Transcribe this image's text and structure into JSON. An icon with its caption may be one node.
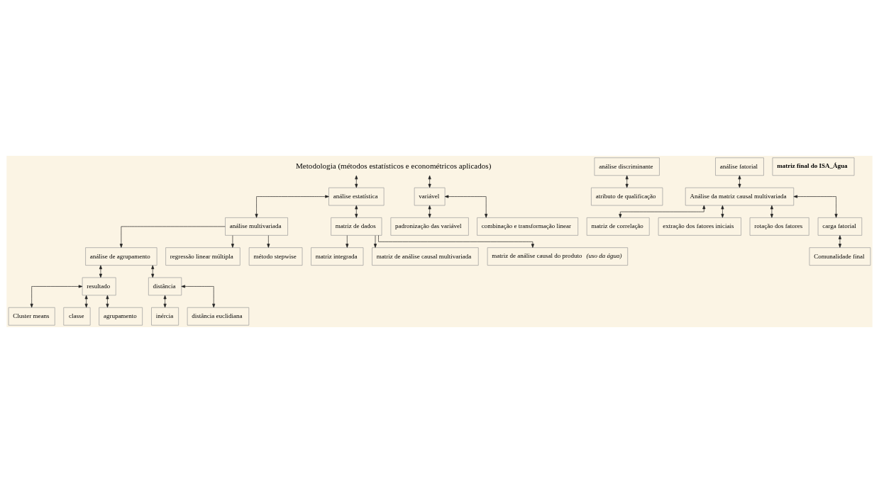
{
  "diagram": {
    "nodes": [
      {
        "text": [
          "Metodologia (métodos estatísticos e econométricos aplicados)"
        ]
      },
      {
        "text": [
          "análise estatística"
        ]
      },
      {
        "text": [
          "variável"
        ]
      },
      {
        "text": [
          "análise multivariada"
        ]
      },
      {
        "text": [
          "matriz de dados"
        ]
      },
      {
        "text": [
          "padronização das variável"
        ]
      },
      {
        "text": [
          "combinação e transformação linear"
        ]
      },
      {
        "text": [
          "análise discriminante"
        ]
      },
      {
        "text": [
          "matriz integrada"
        ]
      },
      {
        "text": [
          "análise fatorial"
        ]
      },
      {
        "text": [
          "matriz de análise causal multivariada"
        ]
      },
      {
        "text": [
          "análise de agrupamento"
        ]
      },
      {
        "text": [
          "matriz de análise causal do produto *(uso da água)*"
        ]
      },
      {
        "text": [
          "Cluster means"
        ]
      },
      {
        "text": [
          "resultado"
        ]
      },
      {
        "text": [
          "classe"
        ]
      },
      {
        "text": [
          "matriz final do ISA_Água"
        ]
      },
      {
        "text": [
          "distância"
        ]
      },
      {
        "text": [
          "agrupamento"
        ]
      },
      {
        "text": [
          "regressão linear múltipla"
        ]
      },
      {
        "text": [
          "matriz de correlação"
        ]
      },
      {
        "text": [
          "Análise da matriz causal multivariada"
        ]
      },
      {
        "text": [
          "extração dos fatores iniciais"
        ]
      },
      {
        "text": [
          "inércia"
        ]
      },
      {
        "text": [
          "rotação dos fatores"
        ]
      },
      {
        "text": [
          "distância euclidiana"
        ]
      },
      {
        "text": [
          "método stepwise"
        ]
      },
      {
        "text": [
          "carga fatorial"
        ]
      },
      {
        "text": [
          "Comunalidade final"
        ]
      },
      {
        "text": [
          "atributo de qualificação"
        ]
      }
    ],
    "edges": [
      {
        "from": 0,
        "to": 1,
        "arrow": "both"
      },
      {
        "from": 0,
        "to": 2,
        "arrow": "both"
      },
      {
        "from": 1,
        "to": 3,
        "arrow": "both"
      },
      {
        "from": 1,
        "to": 4,
        "arrow": "both"
      },
      {
        "from": 2,
        "to": 5,
        "arrow": "both"
      },
      {
        "from": 2,
        "to": 6,
        "arrow": "both"
      },
      {
        "from": 3,
        "to": 11,
        "arrow": "to"
      },
      {
        "from": 3,
        "to": 19,
        "arrow": "to"
      },
      {
        "from": 3,
        "to": 26,
        "arrow": "to"
      },
      {
        "from": 7,
        "to": 29,
        "arrow": "both"
      },
      {
        "from": 9,
        "to": 21,
        "arrow": "both"
      },
      {
        "from": 4,
        "to": 8,
        "arrow": "to"
      },
      {
        "from": 4,
        "to": 10,
        "arrow": "to"
      },
      {
        "from": 4,
        "to": 12,
        "arrow": "to"
      },
      {
        "from": 11,
        "to": 14,
        "arrow": "both"
      },
      {
        "from": 11,
        "to": 17,
        "arrow": "both"
      },
      {
        "from": 14,
        "to": 13,
        "arrow": "both"
      },
      {
        "from": 14,
        "to": 15,
        "arrow": "both"
      },
      {
        "from": 14,
        "to": 18,
        "arrow": "both"
      },
      {
        "from": 17,
        "to": 23,
        "arrow": "both"
      },
      {
        "from": 17,
        "to": 25,
        "arrow": "both"
      },
      {
        "from": 21,
        "to": 20,
        "arrow": "both"
      },
      {
        "from": 21,
        "to": 22,
        "arrow": "both"
      },
      {
        "from": 21,
        "to": 24,
        "arrow": "both"
      },
      {
        "from": 21,
        "to": 27,
        "arrow": "both"
      },
      {
        "from": 27,
        "to": 28,
        "arrow": "both"
      }
    ]
  }
}
